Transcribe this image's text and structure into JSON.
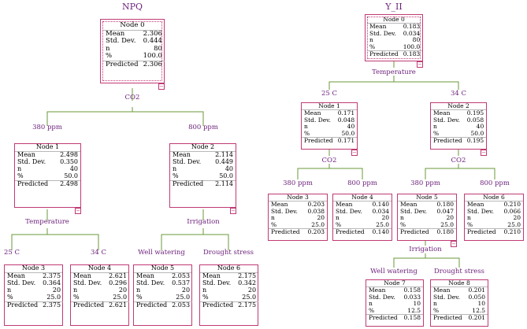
{
  "left_tree": {
    "title": "NPQ",
    "split_labels": {
      "co2": "CO2",
      "temperature": "Temperature",
      "irrigation": "Irrigation"
    },
    "branch_labels": {
      "ppm380": "380 ppm",
      "ppm800": "800 ppm",
      "c25": "25 C",
      "c34": "34 C",
      "well": "Well watering",
      "drought": "Drought stress"
    },
    "nodes": [
      {
        "id": "Node 0",
        "mean": "2.306",
        "sd": "0.444",
        "n": "80",
        "pct": "100.0",
        "pred": "2.306"
      },
      {
        "id": "Node 1",
        "mean": "2.498",
        "sd": "0.350",
        "n": "40",
        "pct": "50.0",
        "pred": "2.498"
      },
      {
        "id": "Node 2",
        "mean": "2.114",
        "sd": "0.449",
        "n": "40",
        "pct": "50.0",
        "pred": "2.114"
      },
      {
        "id": "Node 3",
        "mean": "2.375",
        "sd": "0.364",
        "n": "20",
        "pct": "25.0",
        "pred": "2.375"
      },
      {
        "id": "Node 4",
        "mean": "2.621",
        "sd": "0.296",
        "n": "20",
        "pct": "25.0",
        "pred": "2.621"
      },
      {
        "id": "Node 5",
        "mean": "2.053",
        "sd": "0.537",
        "n": "20",
        "pct": "25.0",
        "pred": "2.053"
      },
      {
        "id": "Node 6",
        "mean": "2.175",
        "sd": "0.342",
        "n": "20",
        "pct": "25.0",
        "pred": "2.175"
      }
    ]
  },
  "right_tree": {
    "title": "Y_II",
    "split_labels": {
      "temperature": "Temperature",
      "co2_a": "CO2",
      "co2_b": "CO2",
      "irrigation": "Irrigation"
    },
    "branch_labels": {
      "c25": "25 C",
      "c34": "34 C",
      "ppm380a": "380 ppm",
      "ppm800a": "800 ppm",
      "ppm380b": "380 ppm",
      "ppm800b": "800 ppm",
      "well": "Well watering",
      "drought": "Drought stress"
    },
    "nodes": [
      {
        "id": "Node 0",
        "mean": "0.183",
        "sd": "0.034",
        "n": "80",
        "pct": "100.0",
        "pred": "0.183"
      },
      {
        "id": "Node 1",
        "mean": "0.171",
        "sd": "0.048",
        "n": "40",
        "pct": "50.0",
        "pred": "0.171"
      },
      {
        "id": "Node 2",
        "mean": "0.195",
        "sd": "0.058",
        "n": "40",
        "pct": "50.0",
        "pred": "0.195"
      },
      {
        "id": "Node 3",
        "mean": "0.203",
        "sd": "0.038",
        "n": "20",
        "pct": "25.0",
        "pred": "0.203"
      },
      {
        "id": "Node 4",
        "mean": "0.140",
        "sd": "0.034",
        "n": "20",
        "pct": "25.0",
        "pred": "0.140"
      },
      {
        "id": "Node 5",
        "mean": "0.180",
        "sd": "0.047",
        "n": "20",
        "pct": "25.0",
        "pred": "0.180"
      },
      {
        "id": "Node 6",
        "mean": "0.210",
        "sd": "0.066",
        "n": "20",
        "pct": "25.0",
        "pred": "0.210"
      },
      {
        "id": "Node 7",
        "mean": "0.158",
        "sd": "0.033",
        "n": "10",
        "pct": "12.5",
        "pred": "0.158"
      },
      {
        "id": "Node 8",
        "mean": "0.201",
        "sd": "0.050",
        "n": "10",
        "pct": "12.5",
        "pred": "0.201"
      }
    ]
  },
  "row_labels": {
    "mean": "Mean",
    "sd": "Std. Dev.",
    "n": "n",
    "pct": "%",
    "pred": "Predicted"
  },
  "colors": {
    "node_border": "#c03a74",
    "edge": "#6a9a3a",
    "label": "#6b1f7a"
  }
}
